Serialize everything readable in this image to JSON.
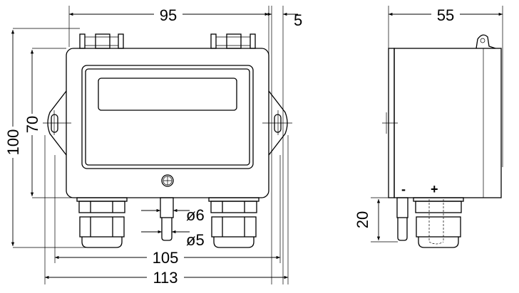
{
  "title": "Dimensional drawing",
  "dimensions": {
    "width_top": "95",
    "offset_right": "5",
    "height_total": "100",
    "height_body": "70",
    "width_105": "105",
    "width_113": "113",
    "probe_outer": "ø6",
    "probe_inner": "ø5",
    "depth": "55",
    "probe_length": "20"
  },
  "ports": {
    "minus": "-",
    "plus": "+"
  }
}
